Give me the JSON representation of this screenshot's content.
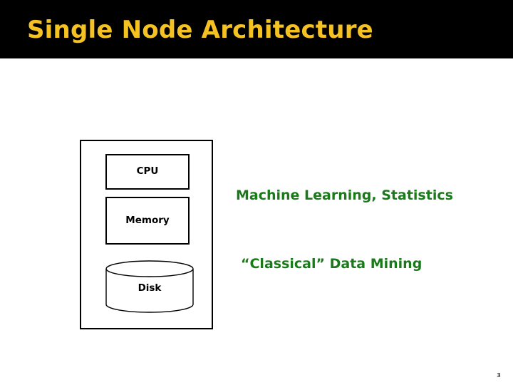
{
  "slide": {
    "title": "Single Node Architecture",
    "title_color": "#f5c222",
    "title_band_color": "#000000",
    "background_color": "#ffffff",
    "page_number": "3"
  },
  "diagram": {
    "name": "single-node-architecture",
    "outer_box_label": "",
    "components": [
      {
        "id": "cpu",
        "label": "CPU",
        "shape": "rectangle"
      },
      {
        "id": "memory",
        "label": "Memory",
        "shape": "rectangle"
      },
      {
        "id": "disk",
        "label": "Disk",
        "shape": "cylinder"
      }
    ],
    "stroke_color": "#000000"
  },
  "annotations": {
    "color": "#1a7a1a",
    "items": [
      {
        "id": "machine-learning",
        "text": "Machine Learning, Statistics"
      },
      {
        "id": "classical-data-mining",
        "text": "“Classical” Data Mining"
      }
    ]
  }
}
